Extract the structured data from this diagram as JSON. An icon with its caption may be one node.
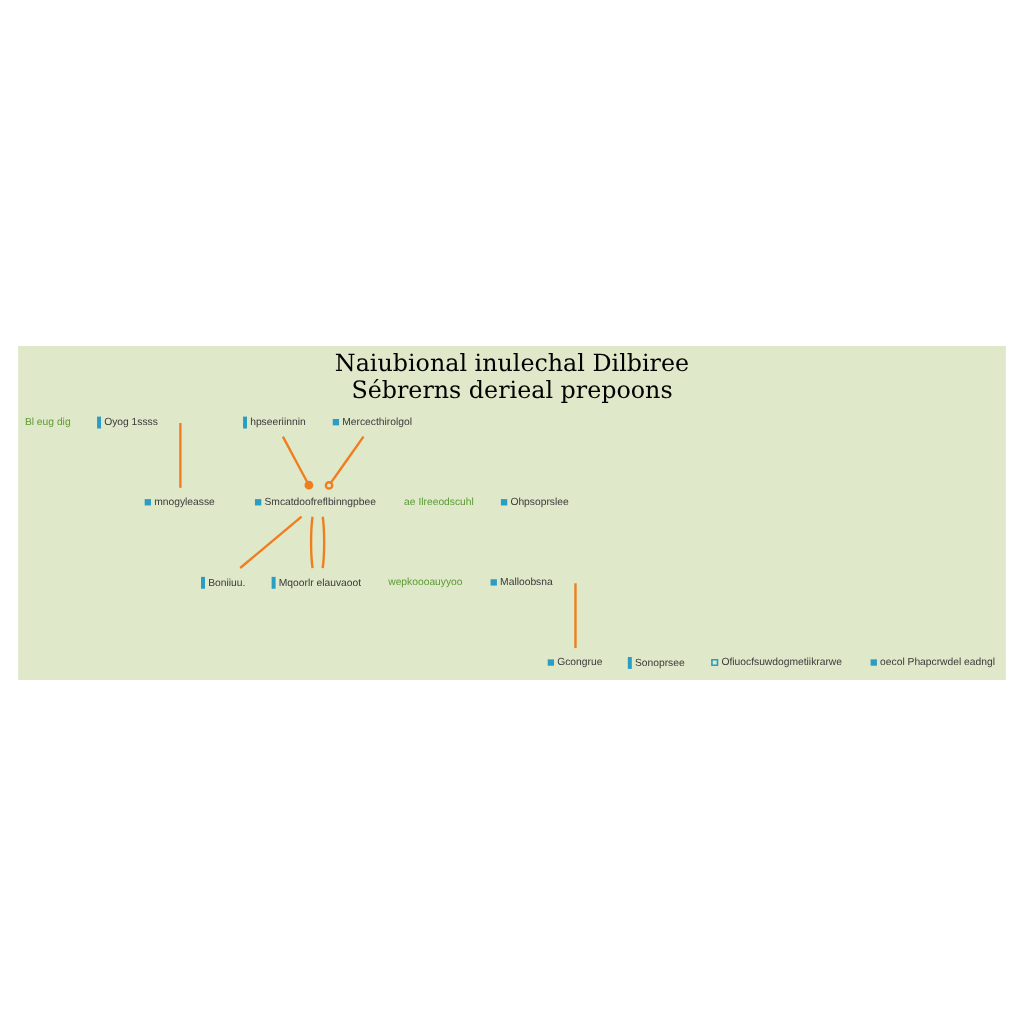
{
  "diagram": {
    "title": "Naiubional inulechal Dilbiree Sébrerns derieal prepoons",
    "nodes": [
      {
        "text": [
          "hpseeriinnin"
        ]
      },
      {
        "text": [
          "Mercecthirolgol"
        ]
      },
      {
        "text": [
          "Smcatdoofreflbinngpbee"
        ]
      },
      {
        "text": [
          "mnogyleasse"
        ]
      },
      {
        "text": [
          "Gcongrue"
        ]
      },
      {
        "text": [
          "Boniiuu."
        ]
      },
      {
        "text": [
          "Mqoorlr elauvaoot"
        ]
      },
      {
        "text": [
          "oecol Phapcrwdel eadngl"
        ]
      }
    ],
    "edges": [
      {
        "from": 0,
        "to": 2,
        "arrow": "other"
      },
      {
        "from": 1,
        "to": 2,
        "arrow": "other"
      },
      {
        "from": null,
        "to": 3,
        "arrow": "none"
      },
      {
        "from": 2,
        "to": 5,
        "arrow": "none"
      },
      {
        "from": 2,
        "to": 6,
        "arrow": "none"
      },
      {
        "from": 2,
        "to": 6,
        "arrow": "none"
      },
      {
        "from": null,
        "to": 4,
        "arrow": "none"
      }
    ],
    "labels": [
      "Bl eug dig",
      "Oyog 1ssss",
      "ae Ilreeodscuhl",
      "Ohpsoprslee",
      "wepkoooauyyoo",
      "Malloobsna",
      "Sonoprsee",
      "Ofiuocfsuwdogmetiikrarwe"
    ]
  }
}
